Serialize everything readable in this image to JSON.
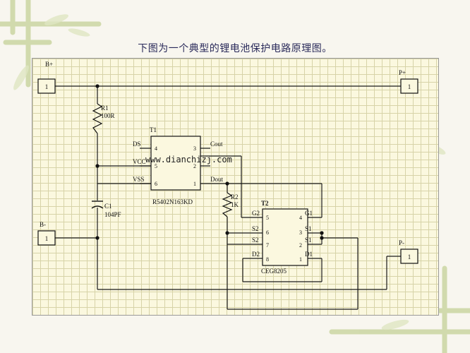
{
  "caption": "下图为一个典型的锂电池保护电路原理图。",
  "watermark": "www.dianchizj.com",
  "connectors": {
    "bplus": {
      "label": "B+",
      "pin": "1"
    },
    "pplus": {
      "label": "P+",
      "pin": "1"
    },
    "bminus": {
      "label": "B-",
      "pin": "1"
    },
    "pminus": {
      "label": "P-",
      "pin": "1"
    }
  },
  "r1": {
    "ref": "R1",
    "value": "100R"
  },
  "r2": {
    "ref": "R2",
    "value": "1K"
  },
  "c1": {
    "ref": "C1",
    "value": "104PF"
  },
  "t1": {
    "ref": "T1",
    "part": "R5402N163KD",
    "pin_ds": "DS",
    "pin_vcc": "VCC",
    "pin_vss": "VSS",
    "pin_cout": "Cout",
    "pin_dout": "Dout",
    "n4": "4",
    "n5": "5",
    "n6": "6",
    "n3": "3",
    "n2": "2",
    "n1": "1"
  },
  "t2": {
    "ref": "T2",
    "part": "CEG8205",
    "g2": "G2",
    "s2a": "S2",
    "s2b": "S2",
    "d2": "D2",
    "g1": "G1",
    "s1a": "S1",
    "s1b": "S1",
    "d1": "D1",
    "n5": "5",
    "n6": "6",
    "n7": "7",
    "n8": "8",
    "n4": "4",
    "n3": "3",
    "n2": "2",
    "n1": "1"
  }
}
